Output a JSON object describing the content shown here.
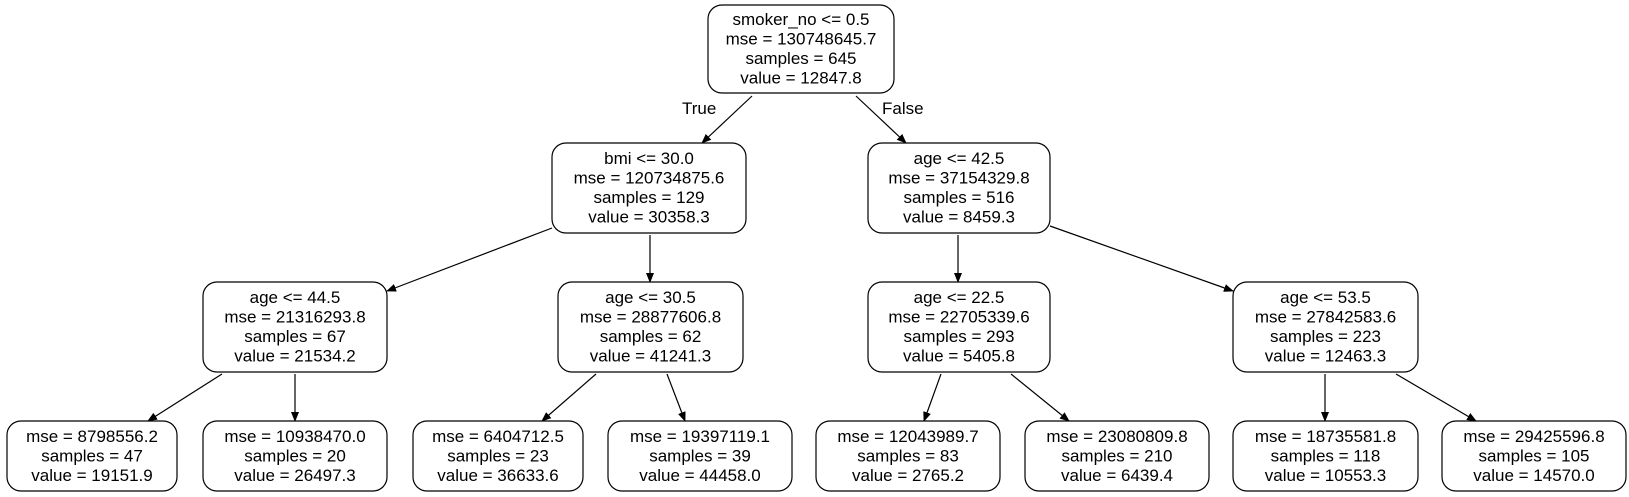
{
  "tree": {
    "nodes": [
      {
        "id": "root",
        "lines": [
          "smoker_no <= 0.5",
          "mse = 130748645.7",
          "samples = 645",
          "value = 12847.8"
        ]
      },
      {
        "id": "n1",
        "lines": [
          "bmi <= 30.0",
          "mse = 120734875.6",
          "samples = 129",
          "value = 30358.3"
        ]
      },
      {
        "id": "n2",
        "lines": [
          "age <= 42.5",
          "mse = 37154329.8",
          "samples = 516",
          "value = 8459.3"
        ]
      },
      {
        "id": "n3",
        "lines": [
          "age <= 44.5",
          "mse = 21316293.8",
          "samples = 67",
          "value = 21534.2"
        ]
      },
      {
        "id": "n4",
        "lines": [
          "age <= 30.5",
          "mse = 28877606.8",
          "samples = 62",
          "value = 41241.3"
        ]
      },
      {
        "id": "n5",
        "lines": [
          "age <= 22.5",
          "mse = 22705339.6",
          "samples = 293",
          "value = 5405.8"
        ]
      },
      {
        "id": "n6",
        "lines": [
          "age <= 53.5",
          "mse = 27842583.6",
          "samples = 223",
          "value = 12463.3"
        ]
      },
      {
        "id": "l1",
        "lines": [
          "mse = 8798556.2",
          "samples = 47",
          "value = 19151.9"
        ]
      },
      {
        "id": "l2",
        "lines": [
          "mse = 10938470.0",
          "samples = 20",
          "value = 26497.3"
        ]
      },
      {
        "id": "l3",
        "lines": [
          "mse = 6404712.5",
          "samples = 23",
          "value = 36633.6"
        ]
      },
      {
        "id": "l4",
        "lines": [
          "mse = 19397119.1",
          "samples = 39",
          "value = 44458.0"
        ]
      },
      {
        "id": "l5",
        "lines": [
          "mse = 12043989.7",
          "samples = 83",
          "value = 2765.2"
        ]
      },
      {
        "id": "l6",
        "lines": [
          "mse = 23080809.8",
          "samples = 210",
          "value = 6439.4"
        ]
      },
      {
        "id": "l7",
        "lines": [
          "mse = 18735581.8",
          "samples = 118",
          "value = 10553.3"
        ]
      },
      {
        "id": "l8",
        "lines": [
          "mse = 29425596.8",
          "samples = 105",
          "value = 14570.0"
        ]
      }
    ],
    "edges": [
      {
        "from": "root",
        "to": "n1",
        "label": "True"
      },
      {
        "from": "root",
        "to": "n2",
        "label": "False"
      },
      {
        "from": "n1",
        "to": "n3"
      },
      {
        "from": "n1",
        "to": "n4"
      },
      {
        "from": "n2",
        "to": "n5"
      },
      {
        "from": "n2",
        "to": "n6"
      },
      {
        "from": "n3",
        "to": "l1"
      },
      {
        "from": "n3",
        "to": "l2"
      },
      {
        "from": "n4",
        "to": "l3"
      },
      {
        "from": "n4",
        "to": "l4"
      },
      {
        "from": "n5",
        "to": "l5"
      },
      {
        "from": "n5",
        "to": "l6"
      },
      {
        "from": "n6",
        "to": "l7"
      },
      {
        "from": "n6",
        "to": "l8"
      }
    ]
  }
}
